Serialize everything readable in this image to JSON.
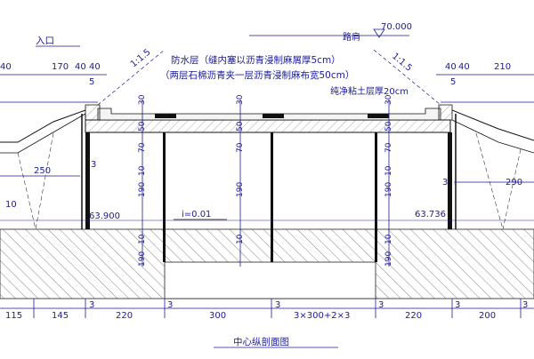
{
  "diagram": {
    "title": "中心纵剖面图",
    "entrance_label": "入口",
    "road_label": "路肩",
    "elevation_top": "70.000",
    "slope_left": "1:1.5",
    "slope_right": "1:1.5",
    "waterproof_line1": "防水层（缝内塞以沥青浸制麻屑厚5cm）",
    "waterproof_line2": "（两层石棉沥青夹一层沥青浸制麻布宽50cm）",
    "fill_label": "纯净粘土层厚20cm",
    "elevation_left": "63.900",
    "elevation_right": "63.736",
    "gradient": "i=0.01",
    "top_dims": {
      "d40a": "40",
      "d170": "170",
      "d40b": "40",
      "d40c": "40",
      "d40d": "40",
      "d40e": "40",
      "d210": "210",
      "d5l": "5",
      "d5r": "5"
    },
    "side_dims": {
      "d250": "250",
      "d10": "10",
      "d3l": "3",
      "d290": "290",
      "d3r": "3"
    },
    "vertical_dims": {
      "v30a": "30",
      "v50a": "50",
      "v70a": "70",
      "v10a": "10",
      "v190a": "190",
      "v10b": "10",
      "v190b": "190",
      "v30b": "30",
      "v50b": "50",
      "v70b": "70",
      "v10c": "10",
      "v190c": "190",
      "v10d": "10",
      "v190d": "190",
      "v30c": "30",
      "v50c": "50",
      "v70c": "70",
      "v10e": "10",
      "v190e": "190"
    },
    "bottom_dims": {
      "b115": "115",
      "b145": "145",
      "b3a": "3",
      "b220a": "220",
      "b3b": "3",
      "b300": "300",
      "b3c": "3",
      "b_formula": "3×300+2×3",
      "b3d": "3",
      "b220b": "220",
      "b3e": "3",
      "b200": "200",
      "b3f": "3"
    }
  }
}
